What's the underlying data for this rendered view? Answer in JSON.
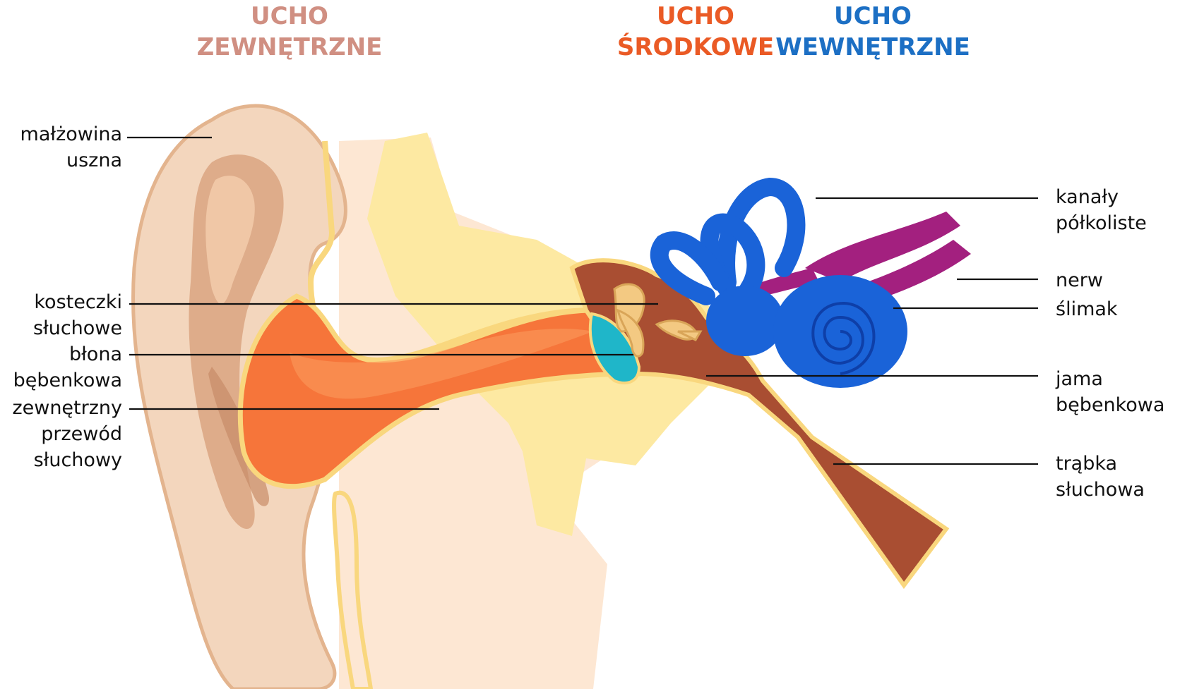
{
  "sections": {
    "outer": {
      "line1": "UCHO",
      "line2": "ZEWNĘTRZNE",
      "color": "#d08f82"
    },
    "middle": {
      "line1": "UCHO",
      "line2": "ŚRODKOWE",
      "color": "#ea5a25"
    },
    "inner": {
      "line1": "UCHO",
      "line2": "WEWNĘTRZNE",
      "color": "#1c6fc4"
    }
  },
  "labels": {
    "auricle": {
      "line1": "małżowina",
      "line2": "uszna"
    },
    "ossicles": {
      "line1": "kosteczki",
      "line2": "słuchowe"
    },
    "eardrum": {
      "line1": "błona",
      "line2": "bębenkowa"
    },
    "ear_canal": {
      "line1": "zewnętrzny",
      "line2": "przewód",
      "line3": "słuchowy"
    },
    "semicircular_canals": {
      "line1": "kanały",
      "line2": "półkoliste"
    },
    "nerve": {
      "line1": "nerw"
    },
    "cochlea": {
      "line1": "ślimak"
    },
    "tympanic_cavity": {
      "line1": "jama",
      "line2": "bębenkowa"
    },
    "eustachian_tube": {
      "line1": "trąbka",
      "line2": "słuchowa"
    }
  },
  "colors": {
    "skin": "#f3d6bd",
    "skin_dark": "#d9a581",
    "head_tissue": "#fde7d3",
    "bone": "#fde9a2",
    "outline": "#f9d77e",
    "canal": "#f6753a",
    "cavity": "#a94e32",
    "inner_ear_blue": "#1a63d8",
    "nerve_magenta": "#a3207f",
    "eardrum_teal": "#1fb6c9"
  }
}
